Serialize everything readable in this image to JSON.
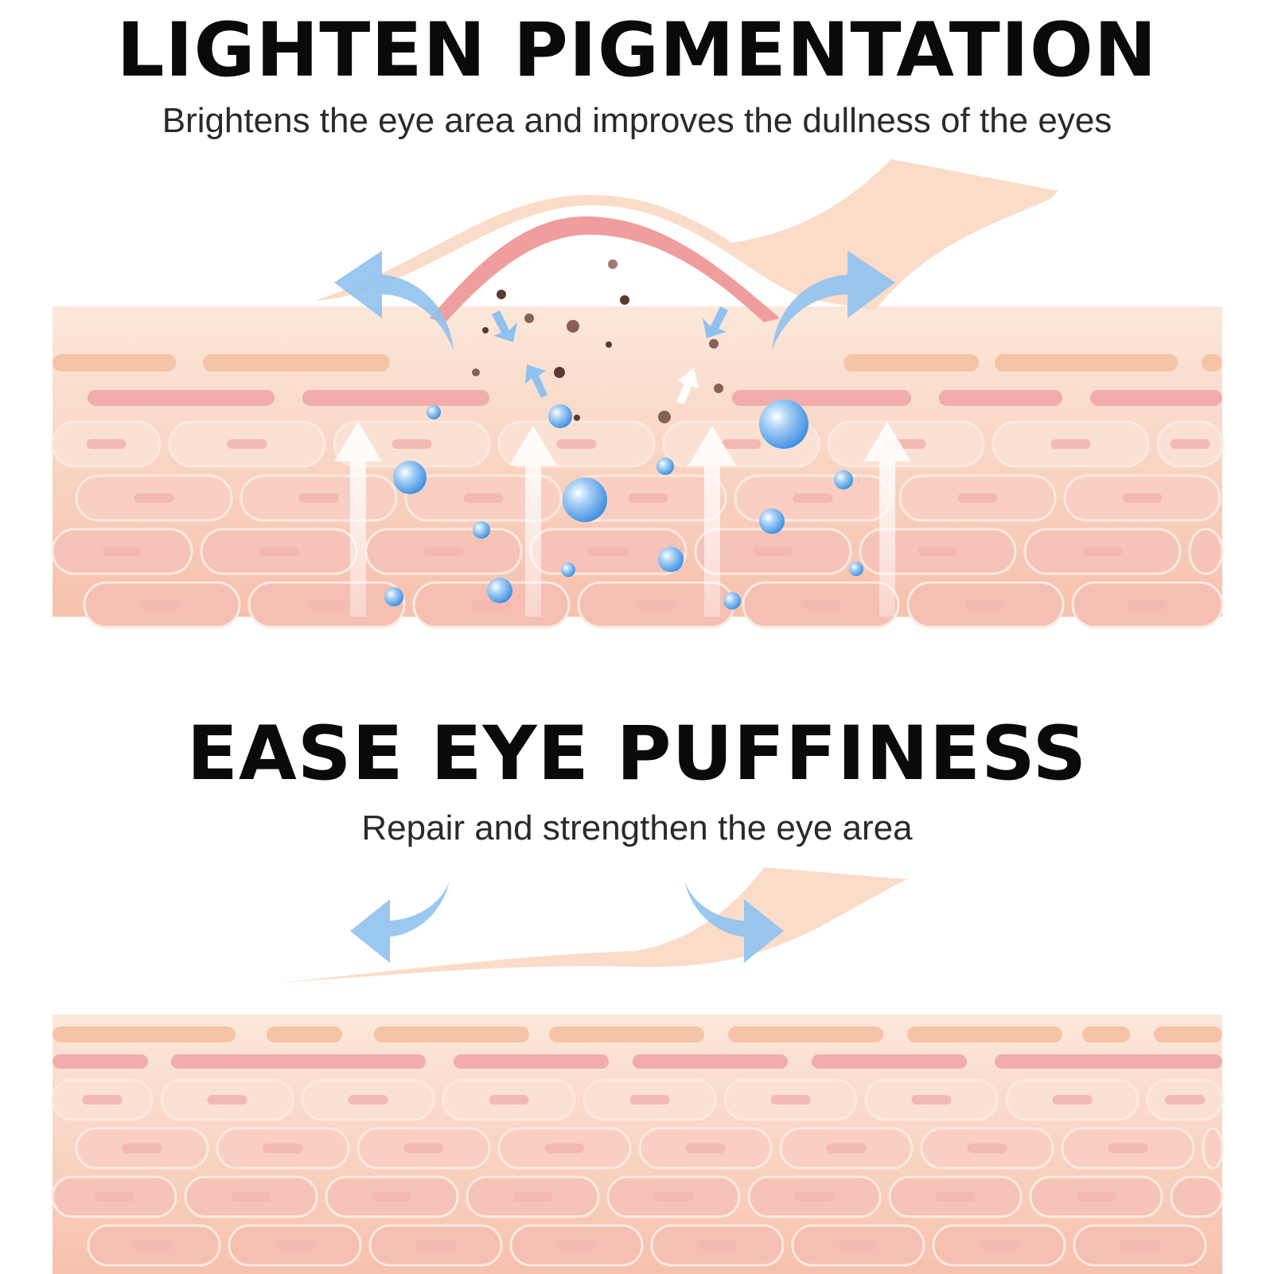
{
  "section_1": {
    "title": "LIGHTEN PIGMENTATION",
    "subtitle": "Brightens the eye area and improves the dullness of the eyes"
  },
  "section_2": {
    "title": "EASE EYE PUFFINESS",
    "subtitle": "Repair and strengthen the eye area"
  },
  "colors": {
    "background": "#ffffff",
    "skin_light": "#fbe3d4",
    "skin_mid": "#f6c6ae",
    "skin_pink": "#f2a9a6",
    "patch": "#fbd9c4",
    "patch_band": "#ef9a9a",
    "blue_arrow": "#8fc2f0",
    "bubble": "#4f9be6",
    "pigment": "#5a3a30"
  },
  "icons": [
    "curved-arrow-icon",
    "up-arrow-icon",
    "water-bubble-icon",
    "pigment-dot-icon"
  ]
}
